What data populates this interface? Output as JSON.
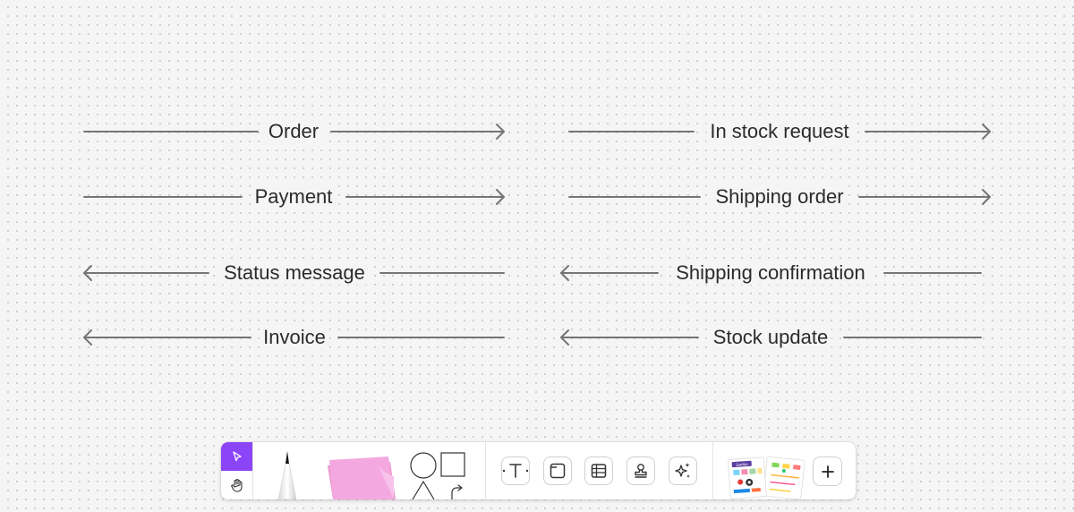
{
  "diagram": {
    "arrows": [
      {
        "label": "Order",
        "direction": "right"
      },
      {
        "label": "In stock request",
        "direction": "right"
      },
      {
        "label": "Payment",
        "direction": "right"
      },
      {
        "label": "Shipping order",
        "direction": "right"
      },
      {
        "label": "Status message",
        "direction": "left"
      },
      {
        "label": "Shipping confirmation",
        "direction": "left"
      },
      {
        "label": "Invoice",
        "direction": "left"
      },
      {
        "label": "Stock update",
        "direction": "left"
      }
    ]
  },
  "toolbar": {
    "tools": [
      {
        "name": "select-tool",
        "icon": "cursor-arrow-icon",
        "active": true
      },
      {
        "name": "hand-tool",
        "icon": "hand-icon"
      },
      {
        "name": "pen-tool",
        "icon": "pen-icon"
      },
      {
        "name": "sticky-note-tool",
        "icon": "sticky-note-icon"
      },
      {
        "name": "shapes-tool",
        "icon": "shapes-icon"
      },
      {
        "name": "text-tool",
        "icon": "text-icon"
      },
      {
        "name": "section-tool",
        "icon": "section-icon"
      },
      {
        "name": "table-tool",
        "icon": "table-icon"
      },
      {
        "name": "stamp-tool",
        "icon": "stamp-icon"
      },
      {
        "name": "ai-tool",
        "icon": "sparkle-icon"
      },
      {
        "name": "templates",
        "icon": "templates-thumbnail-icon"
      },
      {
        "name": "more-tools",
        "icon": "plus-icon"
      }
    ],
    "template_badge": "Jambo",
    "add_label": "+"
  },
  "colors": {
    "accent": "#8b44f7",
    "sticky": "#f4a8e0",
    "arrow": "#757575",
    "text": "#2b2b2b"
  }
}
